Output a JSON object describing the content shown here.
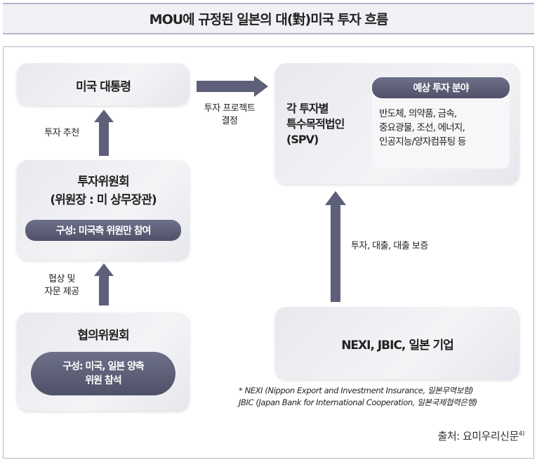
{
  "title": "MOU에 규정된 일본의 대(對)미국 투자 흐름",
  "president": "미국 대통령",
  "arrow_labels": {
    "recommend": "투자 추천",
    "decide": [
      "투자 프로젝트",
      "결정"
    ],
    "negotiate": [
      "협상 및",
      "자문 제공"
    ],
    "invest": "투자, 대출, 대출 보증"
  },
  "committee": {
    "title": "투자위원회",
    "subtitle": "(위원장 : 미 상무장관)",
    "composition": "구성: 미국측 위원만 참여"
  },
  "consultative": {
    "title": "협의위원회",
    "composition": [
      "구성: 미국, 일본 양측",
      "위원 참석"
    ]
  },
  "spv": {
    "title": [
      "각 투자별",
      "특수목적법인",
      "(SPV)"
    ],
    "fields_header": "예상 투자 분야",
    "fields": [
      "반도체, 의약품, 금속,",
      "중요광물, 조선, 에너지,",
      "인공지능/양자컴퓨팅 등"
    ]
  },
  "investors": "NEXI, JBIC, 일본 기업",
  "notes": [
    "* NEXI (Nippon Export and Investment Insurance, 일본무역보험)",
    "JBIC (Japan Bank for International Cooperation, 일본국제협력은행)"
  ],
  "source": "출처: 요미우리신문",
  "source_ref": "4)"
}
